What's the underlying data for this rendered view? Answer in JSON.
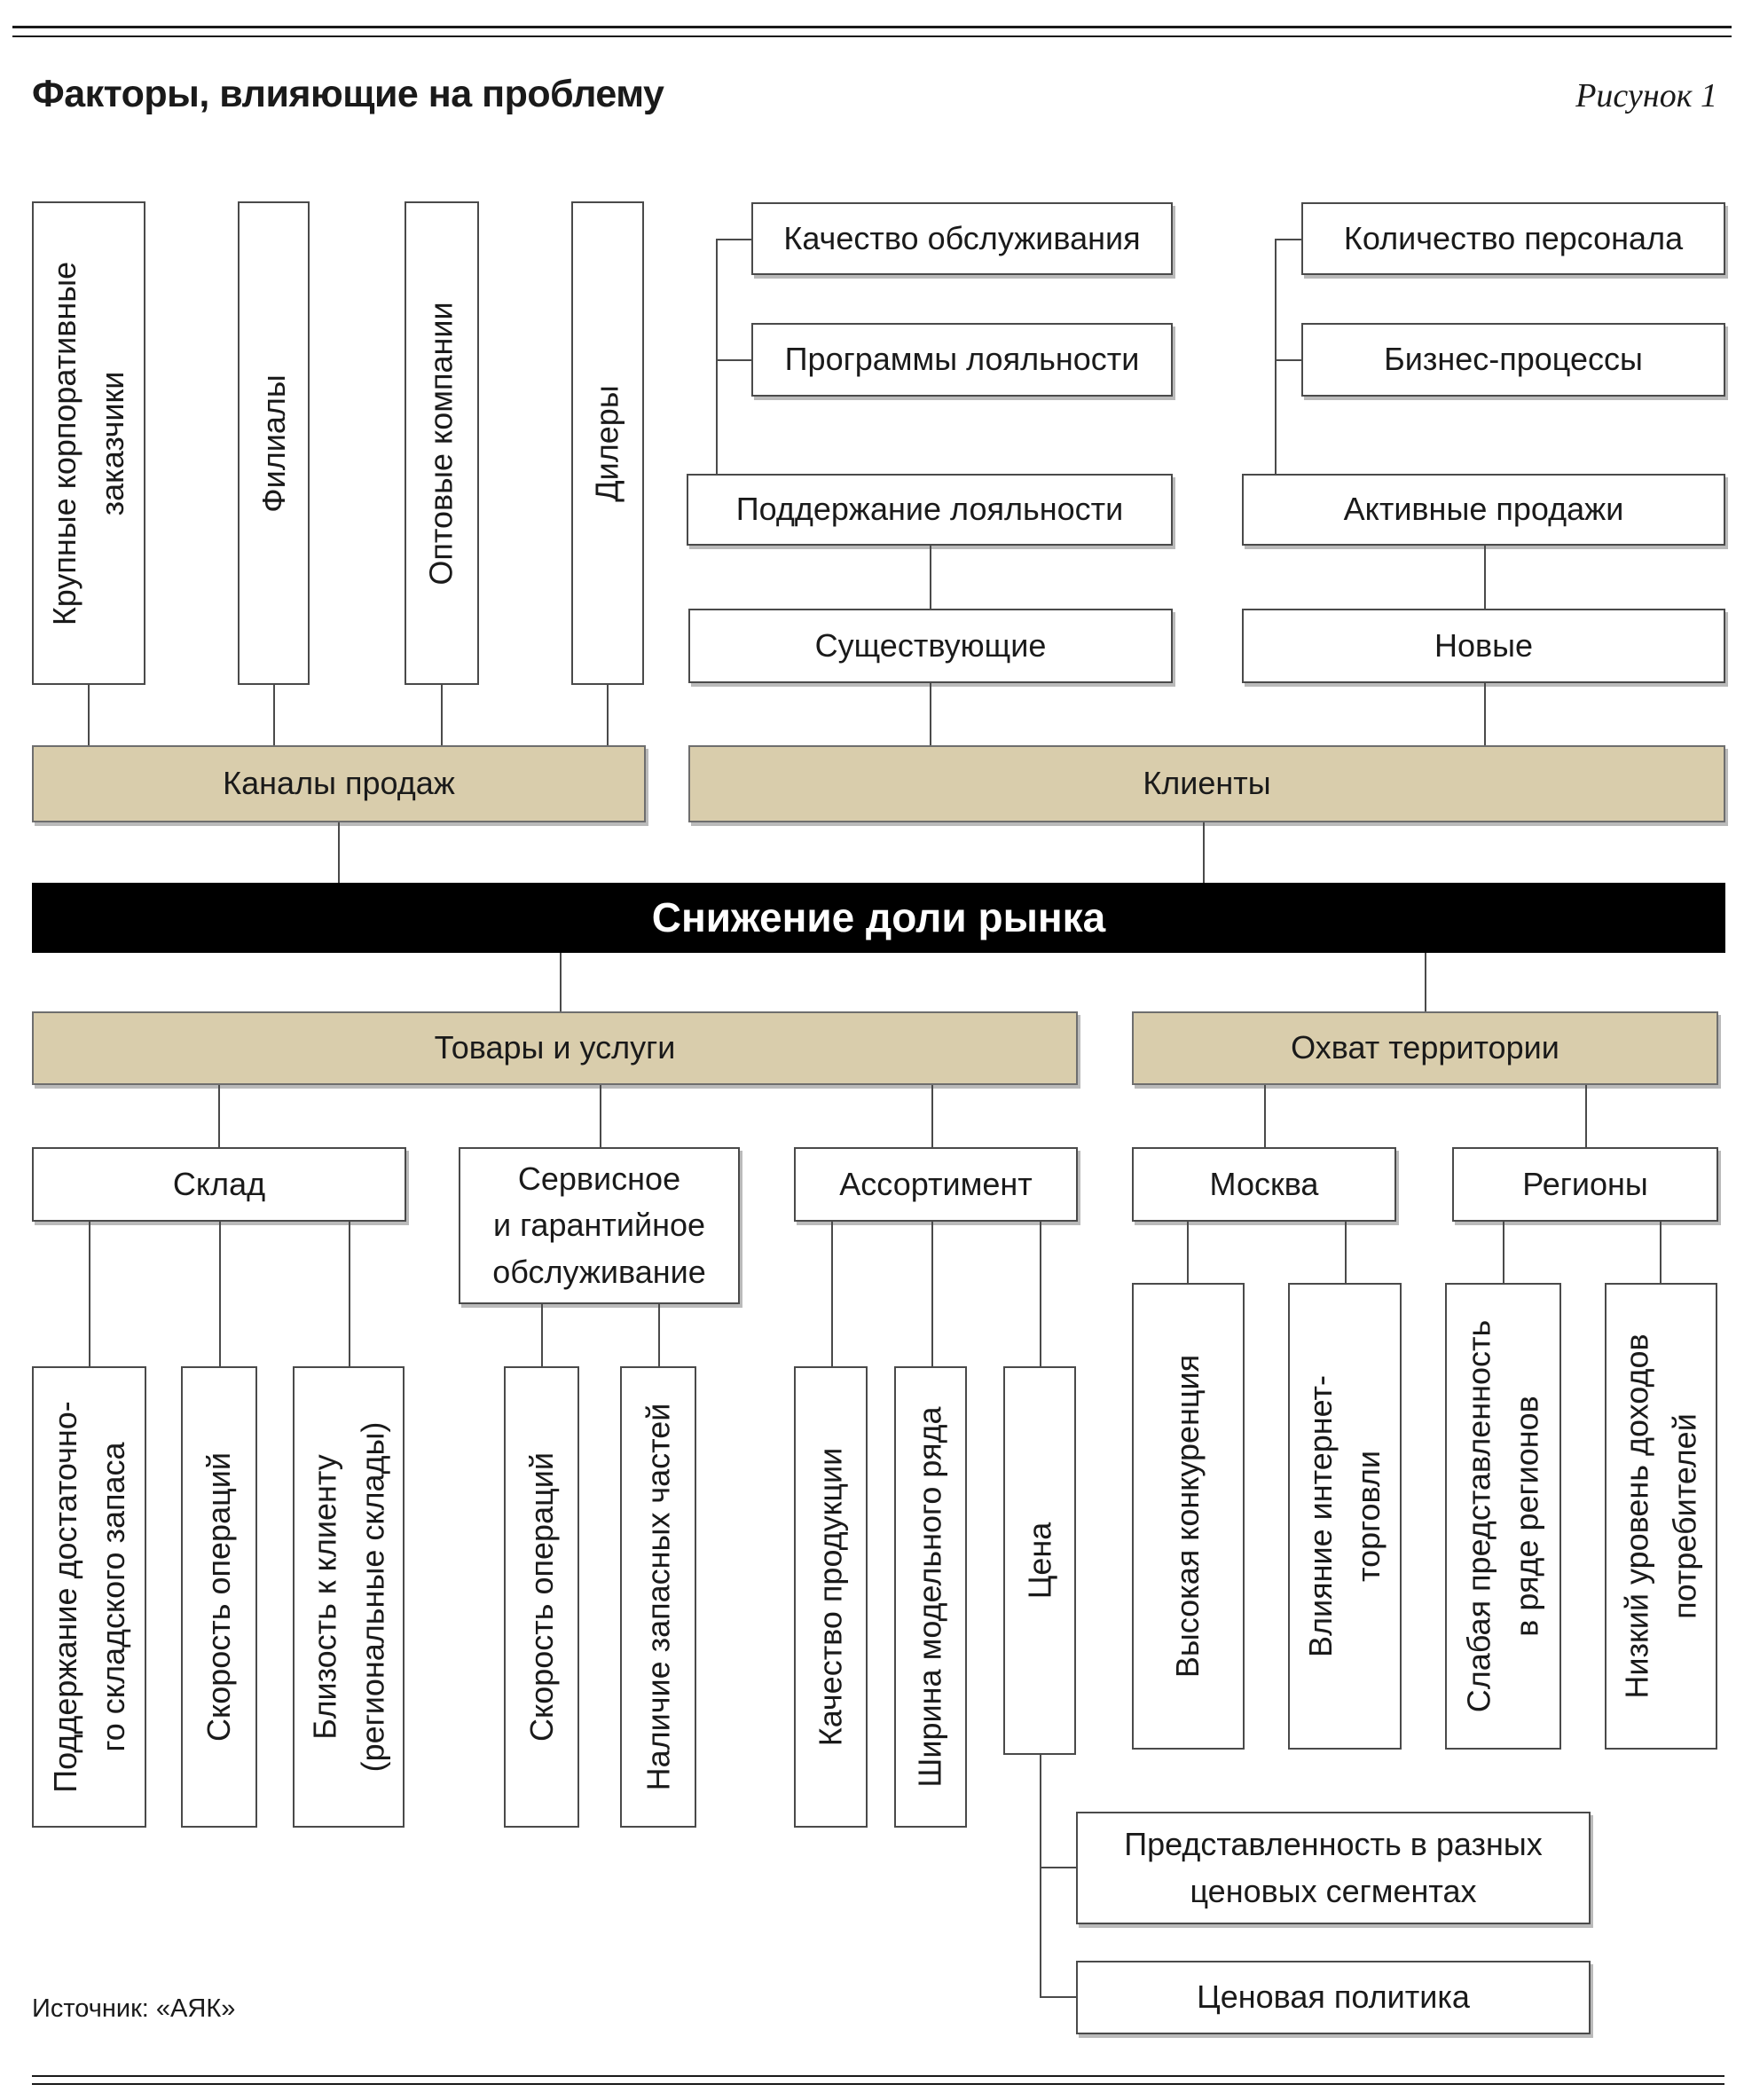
{
  "header": {
    "title": "Факторы, влияющие на проблему",
    "figure_label": "Рисунок 1"
  },
  "colors": {
    "beige": "#d9cdac",
    "problem_bg": "#000000",
    "line": "#4a4a4a"
  },
  "problem": {
    "label": "Снижение доли рынка"
  },
  "sales_channels": {
    "label": "Каналы продаж",
    "items": [
      "Крупные корпоративные\nзаказчики",
      "Филиалы",
      "Оптовые компании",
      "Дилеры"
    ]
  },
  "clients": {
    "label": "Клиенты",
    "existing": {
      "label": "Существующие"
    },
    "new": {
      "label": "Новые"
    },
    "maintain_loyalty": {
      "label": "Поддержание лояльности"
    },
    "active_sales": {
      "label": "Активные продажи"
    },
    "loyalty_factors": [
      "Качество обслуживания",
      "Программы лояльности"
    ],
    "sales_factors": [
      "Количество персонала",
      "Бизнес-процессы"
    ]
  },
  "products_services": {
    "label": "Товары и услуги",
    "warehouse": {
      "label": "Склад",
      "factors": [
        "Поддержание достаточно-\nго складского запаса",
        "Скорость операций",
        "Близость к клиенту\n(региональные склады)"
      ]
    },
    "service": {
      "label": "Сервисное\nи гарантийное\nобслуживание",
      "factors": [
        "Скорость операций",
        "Наличие запасных частей"
      ]
    },
    "assortment": {
      "label": "Ассортимент",
      "factors": [
        "Качество продукции",
        "Ширина модельного ряда",
        "Цена"
      ]
    },
    "price_factors": [
      "Представленность в разных\nценовых сегментах",
      "Ценовая политика"
    ]
  },
  "territory": {
    "label": "Охват территории",
    "moscow": {
      "label": "Москва",
      "factors": [
        "Высокая конкуренция",
        "Влияние интернет-\nторговли"
      ]
    },
    "regions": {
      "label": "Регионы",
      "factors": [
        "Слабая представленность\nв ряде регионов",
        "Низкий уровень доходов\nпотребителей"
      ]
    }
  },
  "footer": {
    "source": "Источник: «АЯК»"
  }
}
